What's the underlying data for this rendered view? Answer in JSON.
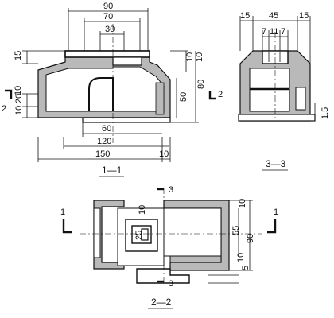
{
  "section_1_1": {
    "title": "1—1",
    "dims_top": [
      "90",
      "70",
      "30"
    ],
    "dims_left": [
      "15",
      "10",
      "20",
      "10"
    ],
    "dims_right": [
      "10",
      "10",
      "80",
      "50"
    ],
    "dims_bottom": [
      "60",
      "120",
      "150",
      "10"
    ]
  },
  "section_3_3": {
    "title": "3—3",
    "dims_top": [
      "15",
      "45",
      "15",
      "7",
      "11",
      "7"
    ],
    "dims_right": [
      "1.5"
    ]
  },
  "section_2_2": {
    "title": "2—2",
    "dims": [
      "25",
      "10",
      "10",
      "55",
      "90",
      "10",
      "5"
    ]
  },
  "cut_marks": {
    "m2": "2",
    "m3": "3",
    "m1": "1"
  }
}
